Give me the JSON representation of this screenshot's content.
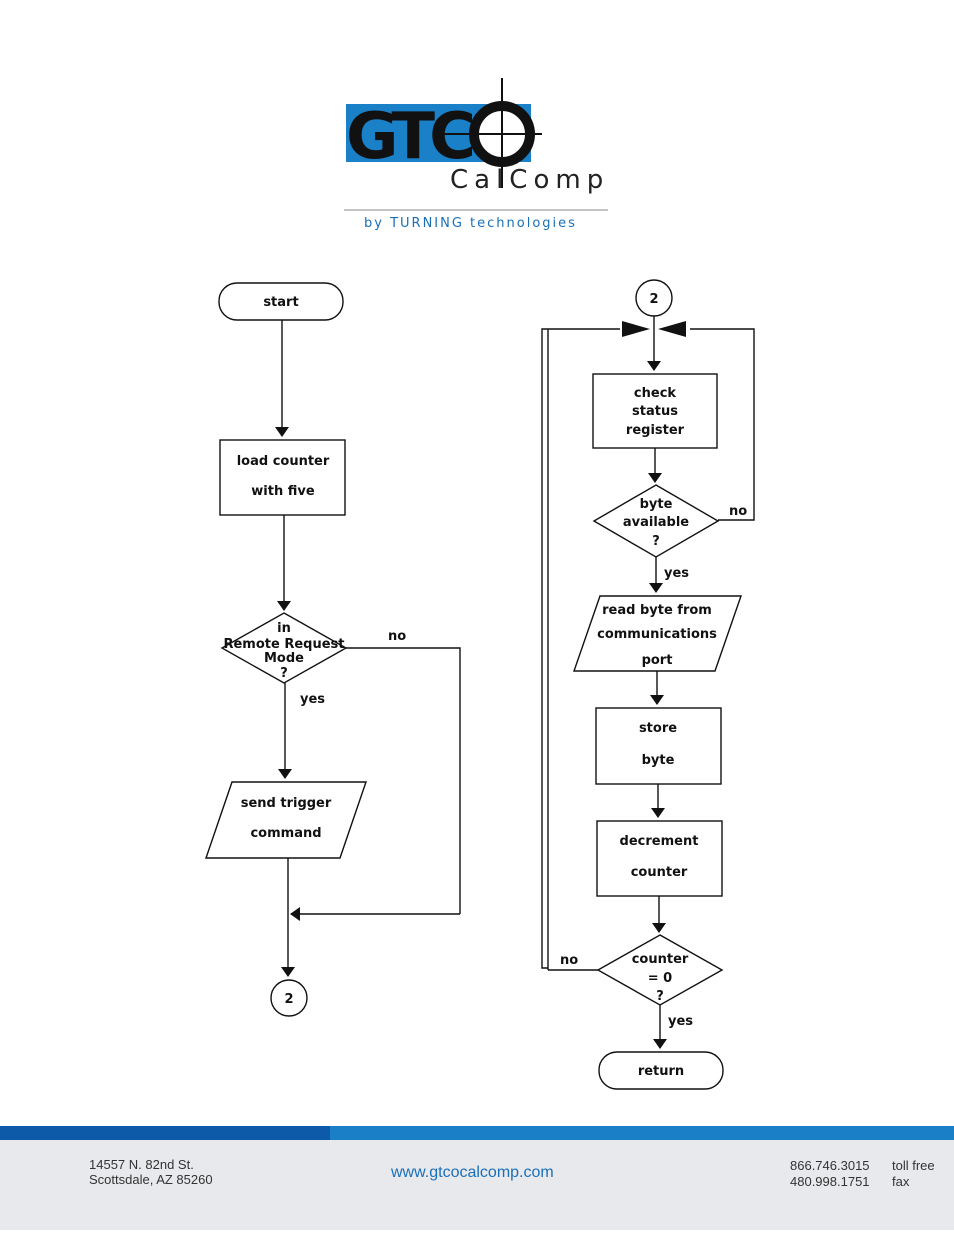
{
  "logo": {
    "brand_top": "GTCO",
    "brand_bottom": "CalComp",
    "tagline": "by TURNING technologies",
    "colors": {
      "blue": "#1a80c8",
      "dark": "#111111"
    }
  },
  "flowchart_left": {
    "start": "start",
    "load_counter": [
      "load counter",
      "with five"
    ],
    "decision": [
      "in",
      "Remote Request",
      "Mode",
      "?"
    ],
    "decision_no": "no",
    "decision_yes": "yes",
    "send_trigger": [
      "send trigger",
      "command"
    ],
    "connector": "2"
  },
  "flowchart_right": {
    "connector": "2",
    "check_status": [
      "check",
      "status",
      "register"
    ],
    "byte_available": [
      "byte",
      "available",
      "?"
    ],
    "byte_no": "no",
    "byte_yes": "yes",
    "read_byte": [
      "read byte from",
      "communications",
      "port"
    ],
    "store_byte": [
      "store",
      "byte"
    ],
    "decrement": [
      "decrement",
      "counter"
    ],
    "counter_zero": [
      "counter",
      "= 0",
      "?"
    ],
    "counter_no": "no",
    "counter_yes": "yes",
    "return": "return"
  },
  "footer": {
    "address_line1": "14557 N. 82nd St.",
    "address_line2": "Scottsdale, AZ 85260",
    "website": "www.gtcocalcomp.com",
    "phone1": "866.746.3015",
    "phone1_label": "toll free",
    "phone2": "480.998.1751",
    "phone2_label": "fax"
  }
}
